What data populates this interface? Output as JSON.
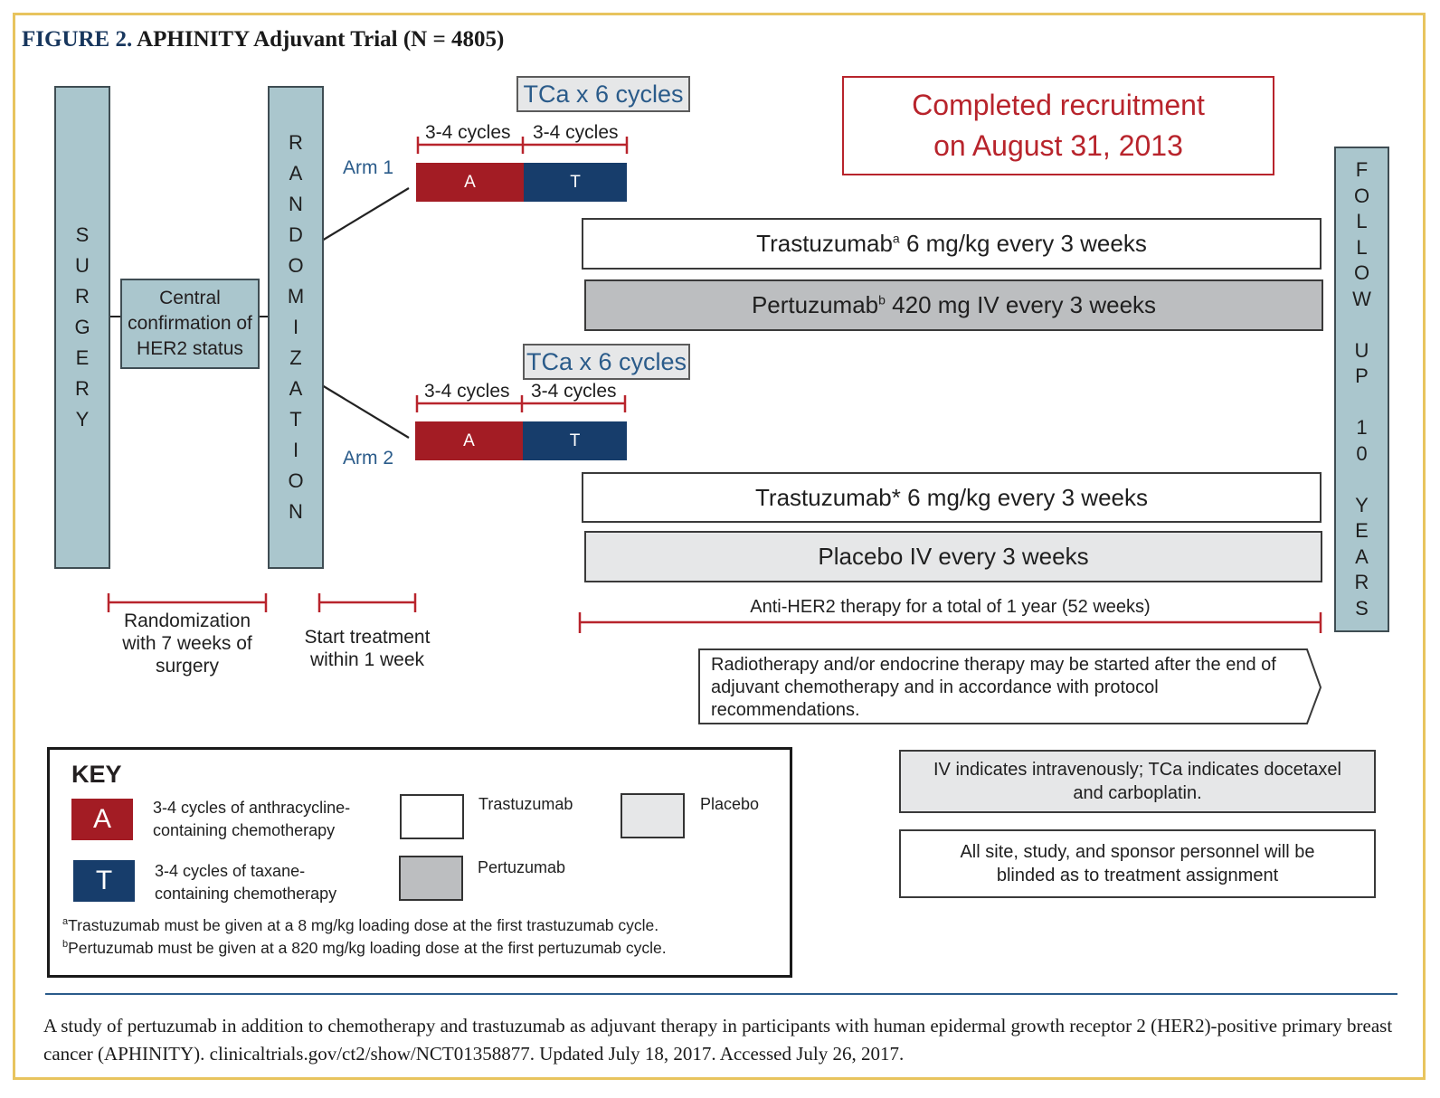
{
  "figure": {
    "label": "FIGURE 2.",
    "title": "APHINITY Adjuvant Trial (N = 4805)"
  },
  "surgery": [
    "S",
    "U",
    "R",
    "G",
    "E",
    "R",
    "Y"
  ],
  "confirmation": "Central confirmation of HER2 status",
  "randomization": [
    "R",
    "A",
    "N",
    "D",
    "O",
    "M",
    "I",
    "Z",
    "A",
    "T",
    "I",
    "O",
    "N"
  ],
  "recruitment": "Completed recruitment on August 31, 2013",
  "follow_up": [
    "F",
    "O",
    "L",
    "L",
    "O",
    "W",
    "",
    "U",
    "P",
    "",
    "1",
    "0",
    "",
    "Y",
    "E",
    "A",
    "R",
    "S"
  ],
  "arm1": {
    "label": "Arm 1",
    "regimen": "TCa x 6 cycles",
    "cycles_a": "3-4 cycles",
    "cycles_t": "3-4 cycles",
    "block_a": "A",
    "block_t": "T",
    "drug1_name": "Trastuzumab",
    "drug1_sup": "a",
    "drug1_rest": " 6 mg/kg every 3 weeks",
    "drug2_name": "Pertuzumab",
    "drug2_sup": "b",
    "drug2_rest": " 420 mg IV every 3 weeks"
  },
  "arm2": {
    "label": "Arm 2",
    "regimen": "TCa x 6 cycles",
    "cycles_a": "3-4 cycles",
    "cycles_t": "3-4 cycles",
    "block_a": "A",
    "block_t": "T",
    "drug1": "Trastuzumab* 6 mg/kg every 3 weeks",
    "drug2": "Placebo IV every 3 weeks"
  },
  "timelines": {
    "randomization_window": "Randomization with 7 weeks of surgery",
    "start_treatment": "Start treatment within 1 week",
    "anti_her2": "Anti-HER2 therapy for a total of 1 year (52 weeks)"
  },
  "radiotherapy": "Radiotherapy and/or endocrine therapy may be started after the end of adjuvant chemotherapy and in accordance with protocol recommendations.",
  "key": {
    "title": "KEY",
    "a_letter": "A",
    "a_text": "3-4 cycles of anthracycline-containing chemotherapy",
    "t_letter": "T",
    "t_text": "3-4 cycles of taxane-containing chemotherapy",
    "trastuzumab": "Trastuzumab",
    "pertuzumab": "Pertuzumab",
    "placebo": "Placebo",
    "foot_a_sup": "a",
    "foot_a": "Trastuzumab must be given at a 8 mg/kg loading dose at the first trastuzumab cycle.",
    "foot_b_sup": "b",
    "foot_b": "Pertuzumab must be given at a 820 mg/kg loading dose at the first pertuzumab cycle."
  },
  "abbrev_note": "IV indicates intravenously; TCa indicates docetaxel and carboplatin.",
  "blinding_note": "All site, study, and sponsor personnel will be blinded as to treatment assignment",
  "caption": "A study of pertuzumab in addition to chemotherapy and trastuzumab as adjuvant therapy in participants with human epidermal growth receptor 2 (HER2)-positive primary breast cancer (APHINITY). clinicaltrials.gov/ct2/show/NCT01358877. Updated July 18, 2017. Accessed July 26, 2017.",
  "colors": {
    "frame": "#e8c45e",
    "teal": "#aac6cd",
    "anthracycline_red": "#a31c24",
    "taxane_navy": "#173d6b",
    "timeline_red": "#b8242c",
    "header_blue": "#2a5b8a",
    "pertuzumab_gray": "#bcbec0",
    "placebo_gray": "#e6e7e8"
  }
}
